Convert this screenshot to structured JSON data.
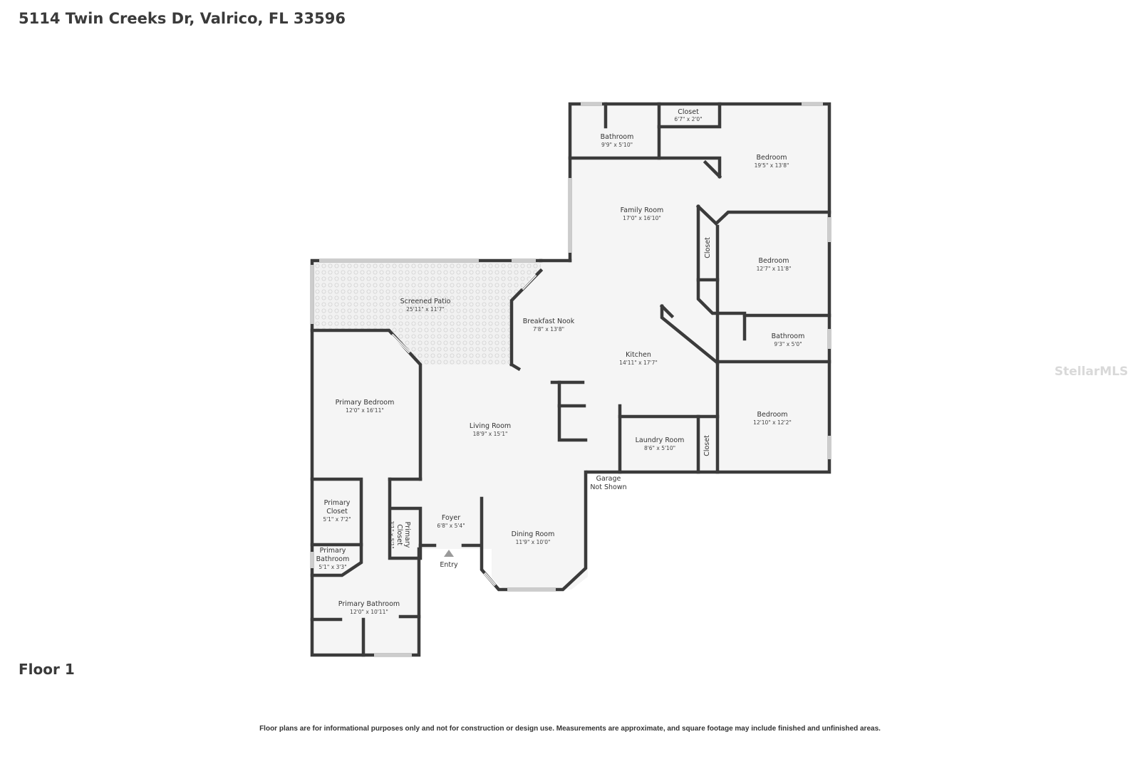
{
  "header": {
    "address": "5114 Twin Creeks Dr, Valrico, FL 33596"
  },
  "floor": {
    "label": "Floor 1"
  },
  "footer": {
    "disclaimer": "Floor plans are for informational purposes only and not for construction or design use. Measurements are approximate, and square footage may include finished and unfinished areas."
  },
  "watermark": "StellarMLS",
  "entry_marker": {
    "label": "Entry"
  },
  "garage_note": {
    "line1": "Garage",
    "line2": "Not Shown"
  },
  "rooms": {
    "bathroom_top": {
      "name": "Bathroom",
      "dims": "9'9\" x 5'10\""
    },
    "closet_top": {
      "name": "Closet",
      "dims": "6'7\" x 2'0\""
    },
    "bedroom_top": {
      "name": "Bedroom",
      "dims": "19'5\" x 13'8\""
    },
    "family_room": {
      "name": "Family Room",
      "dims": "17'0\" x 16'10\""
    },
    "closet_mid": {
      "name": "Closet"
    },
    "bedroom_mid": {
      "name": "Bedroom",
      "dims": "12'7\" x 11'8\""
    },
    "screened_patio": {
      "name": "Screened Patio",
      "dims": "25'11\" x 11'7\""
    },
    "breakfast_nook": {
      "name": "Breakfast Nook",
      "dims": "7'8\" x 13'8\""
    },
    "bathroom_right": {
      "name": "Bathroom",
      "dims": "9'3\" x 5'0\""
    },
    "kitchen": {
      "name": "Kitchen",
      "dims": "14'11\" x 17'7\""
    },
    "primary_bedroom": {
      "name": "Primary Bedroom",
      "dims": "12'0\" x 16'11\""
    },
    "living_room": {
      "name": "Living Room",
      "dims": "18'9\" x 15'1\""
    },
    "bedroom_low": {
      "name": "Bedroom",
      "dims": "12'10\" x 12'2\""
    },
    "laundry_room": {
      "name": "Laundry Room",
      "dims": "8'6\" x 5'10\""
    },
    "closet_low": {
      "name": "Closet"
    },
    "primary_closet_left": {
      "name1": "Primary",
      "name2": "Closet",
      "dims": "5'1\" x 7'2\""
    },
    "foyer": {
      "name": "Foyer",
      "dims": "6'8\" x 5'4\""
    },
    "primary_closet_small": {
      "name1": "Primary",
      "name2": "Closet",
      "dims": "3'1\" x 5'1\""
    },
    "dining_room": {
      "name": "Dining Room",
      "dims": "11'9\" x 10'0\""
    },
    "primary_bathroom_small": {
      "name1": "Primary",
      "name2": "Bathroom",
      "dims": "5'1\" x 3'3\""
    },
    "primary_bathroom": {
      "name": "Primary Bathroom",
      "dims": "12'0\" x 10'11\""
    }
  }
}
